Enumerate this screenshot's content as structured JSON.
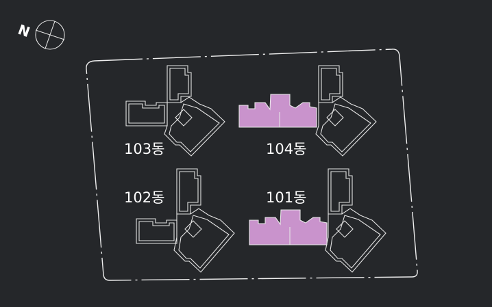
{
  "compass": {
    "north_letter": "N"
  },
  "buildings": [
    {
      "id": "103",
      "label": "103동",
      "highlighted": false
    },
    {
      "id": "104",
      "label": "104동",
      "highlighted": true
    },
    {
      "id": "102",
      "label": "102동",
      "highlighted": false
    },
    {
      "id": "101",
      "label": "101동",
      "highlighted": true
    }
  ],
  "colors": {
    "background": "#25272a",
    "outline": "#e4e4e4",
    "highlight": "#c993cc",
    "label": "#ffffff"
  }
}
